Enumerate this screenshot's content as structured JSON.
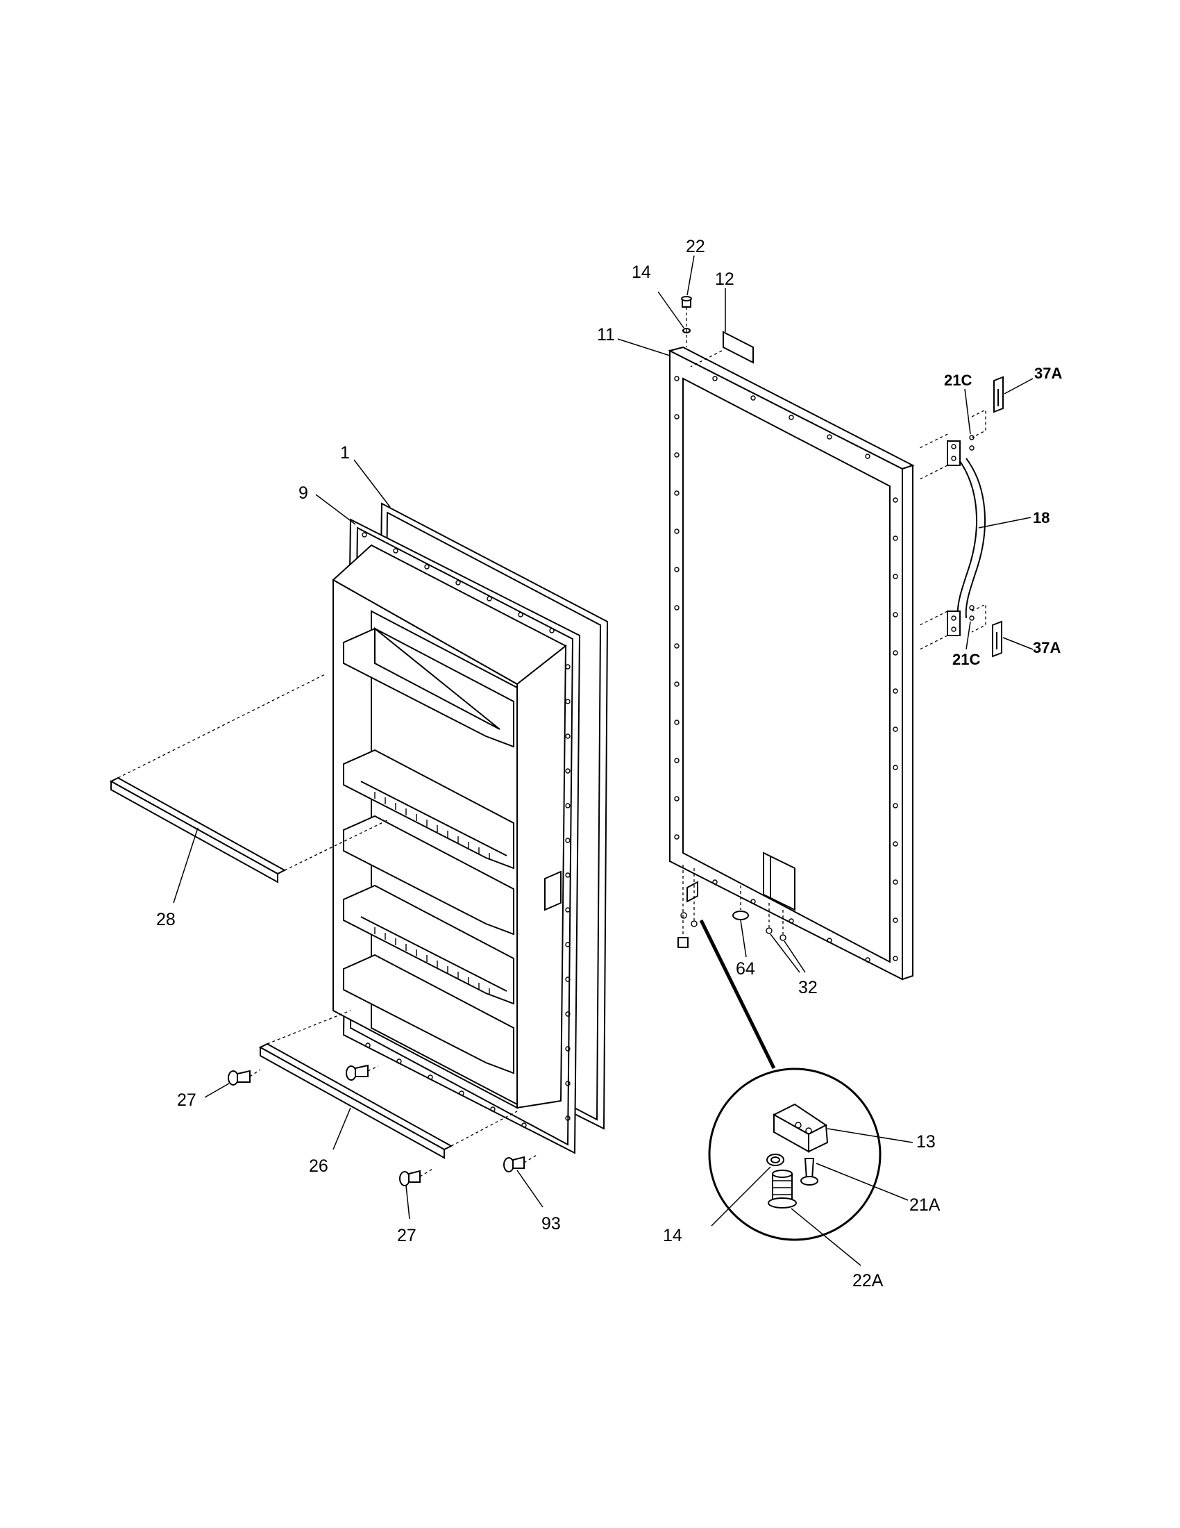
{
  "callouts": {
    "c1": "1",
    "c9": "9",
    "c28": "28",
    "c27a": "27",
    "c26": "26",
    "c27b": "27",
    "c93": "93",
    "c14a": "14",
    "c22": "22",
    "c12": "12",
    "c11": "11",
    "c21c_top": "21C",
    "c37a_top": "37A",
    "c18": "18",
    "c21c_bottom": "21C",
    "c37a_bottom": "37A",
    "c64": "64",
    "c32": "32",
    "c13": "13",
    "c21a": "21A",
    "c14b": "14",
    "c22a": "22A"
  }
}
